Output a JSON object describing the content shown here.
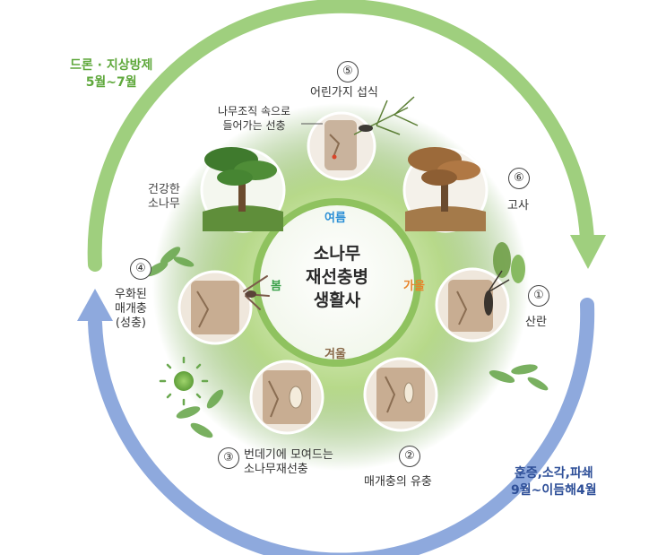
{
  "center": {
    "title_lines": [
      "소나무",
      "재선충병",
      "생활사"
    ]
  },
  "seasons": {
    "summer": "여름",
    "autumn": "가을",
    "winter": "겨울",
    "spring": "봄"
  },
  "stages": [
    {
      "number": "①",
      "label": "산란"
    },
    {
      "number": "②",
      "label": "매개충의 유충"
    },
    {
      "number": "③",
      "label_lines": [
        "번데기에 모여드는",
        "소나무재선충"
      ]
    },
    {
      "number": "④",
      "label_lines": [
        "우화된",
        "매개충",
        "(성충)"
      ]
    },
    {
      "number": "⑤",
      "label": "어린가지 섭식"
    },
    {
      "number": "⑥",
      "label": "고사"
    }
  ],
  "healthy_tree": {
    "label_lines": [
      "건강한",
      "소나무"
    ]
  },
  "nematode_entry": {
    "label_lines": [
      "나무조직 속으로",
      "들어가는 선충"
    ]
  },
  "control_methods": {
    "top_left": {
      "lines": [
        "드론 · 지상방제",
        "5월~7월"
      ]
    },
    "bottom_right": {
      "lines": [
        "훈증,소각,파쇄",
        "9월~이듬해4월"
      ]
    }
  },
  "colors": {
    "green_arrow": "#9fcf7e",
    "blue_arrow": "#8ea9dd",
    "control_green": "#5fa83c",
    "control_blue": "#2e4f98",
    "summer": "#2b8fd6",
    "autumn": "#e8842a",
    "winter": "#8a6a4a",
    "spring": "#3aa04a"
  }
}
